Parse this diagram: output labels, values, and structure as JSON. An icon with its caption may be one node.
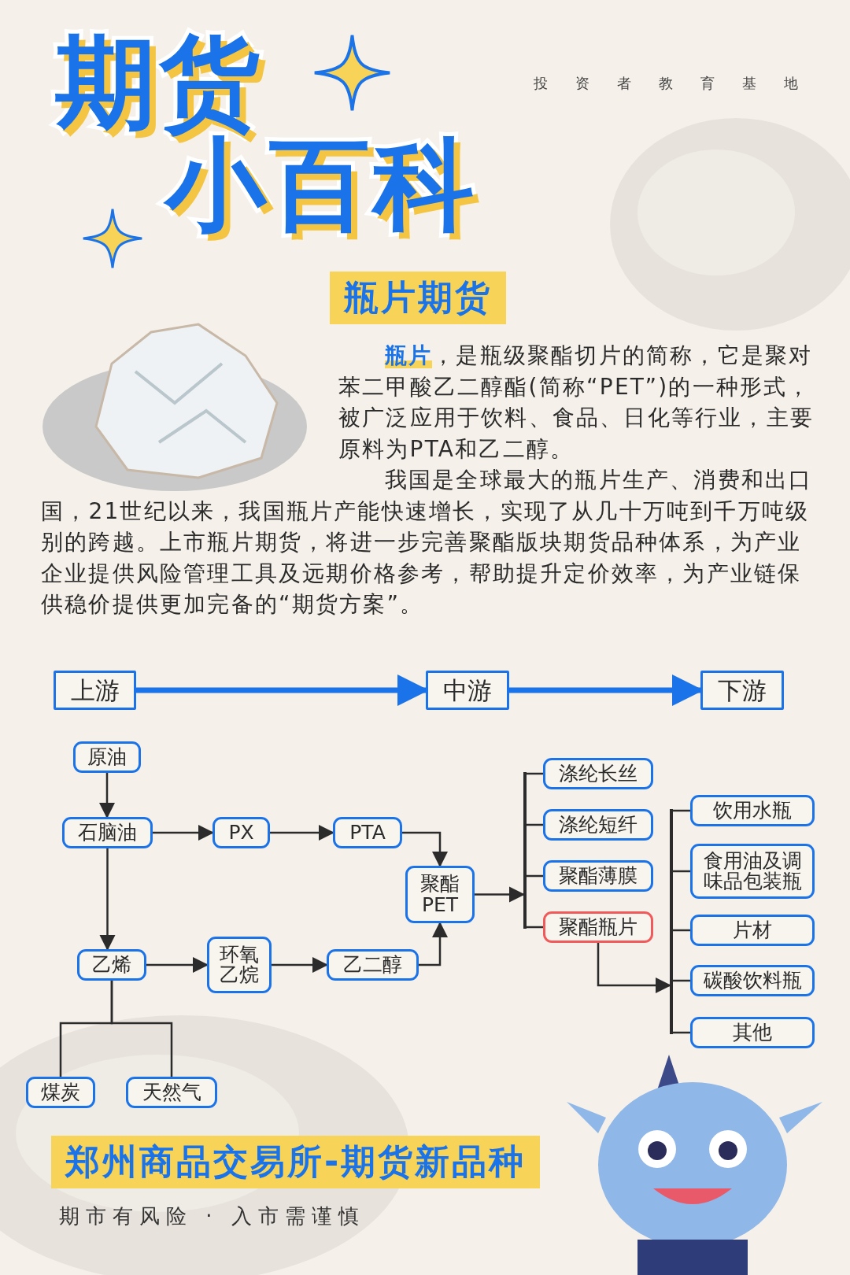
{
  "diagram": {
    "title": "期货小百科",
    "nodes": [
      {
        "text": [
          "上游"
        ]
      },
      {
        "text": [
          "中游"
        ]
      },
      {
        "text": [
          "下游"
        ]
      },
      {
        "text": [
          "原油"
        ]
      },
      {
        "text": [
          "石脑油"
        ]
      },
      {
        "text": [
          "PX"
        ]
      },
      {
        "text": [
          "PTA"
        ]
      },
      {
        "text": [
          "聚酯 PET"
        ]
      },
      {
        "text": [
          "乙烯"
        ]
      },
      {
        "text": [
          "环氧乙烷"
        ]
      },
      {
        "text": [
          "乙二醇"
        ]
      },
      {
        "text": [
          "煤炭"
        ]
      },
      {
        "text": [
          "天然气"
        ]
      },
      {
        "text": [
          "涤纶长丝"
        ]
      },
      {
        "text": [
          "涤纶短纤"
        ]
      },
      {
        "text": [
          "聚酯薄膜"
        ]
      },
      {
        "text": [
          "聚酯瓶片"
        ]
      },
      {
        "text": [
          "饮用水瓶"
        ]
      },
      {
        "text": [
          "食用油及调味品包装瓶"
        ]
      },
      {
        "text": [
          "片材"
        ]
      },
      {
        "text": [
          "碳酸饮料瓶"
        ]
      },
      {
        "text": [
          "其他"
        ]
      },
      {
        "text": [],
        "shape": "bar"
      },
      {
        "text": [],
        "shape": "bar"
      }
    ],
    "edges": [
      {
        "from": 0,
        "to": 1,
        "arrow": "to",
        "style": "thick",
        "color": "#1a73e8"
      },
      {
        "from": 1,
        "to": 2,
        "arrow": "to",
        "style": "thick",
        "color": "#1a73e8"
      },
      {
        "from": 3,
        "to": 4,
        "arrow": "to"
      },
      {
        "from": 4,
        "to": 5,
        "arrow": "to"
      },
      {
        "from": 5,
        "to": 6,
        "arrow": "to"
      },
      {
        "from": 6,
        "to": 7,
        "arrow": "to"
      },
      {
        "from": 4,
        "to": 8,
        "arrow": "to"
      },
      {
        "from": 8,
        "to": 9,
        "arrow": "to"
      },
      {
        "from": 9,
        "to": 10,
        "arrow": "to"
      },
      {
        "from": 10,
        "to": 7,
        "arrow": "to"
      },
      {
        "from": 8,
        "to": 11,
        "arrow": "none"
      },
      {
        "from": 8,
        "to": 12,
        "arrow": "none"
      },
      {
        "from": 7,
        "to": 22,
        "arrow": "to"
      },
      {
        "from": 22,
        "to": 13,
        "arrow": "none"
      },
      {
        "from": 22,
        "to": 14,
        "arrow": "none"
      },
      {
        "from": 22,
        "to": 15,
        "arrow": "none"
      },
      {
        "from": 22,
        "to": 16,
        "arrow": "none"
      },
      {
        "from": 16,
        "to": 23,
        "arrow": "to"
      },
      {
        "from": 23,
        "to": 17,
        "arrow": "none"
      },
      {
        "from": 23,
        "to": 18,
        "arrow": "none"
      },
      {
        "from": 23,
        "to": 19,
        "arrow": "none"
      },
      {
        "from": 23,
        "to": 20,
        "arrow": "none"
      },
      {
        "from": 23,
        "to": 21,
        "arrow": "none"
      }
    ],
    "labels": [
      "投资者教育基地",
      "瓶片期货",
      "**瓶片**，是瓶级聚酯切片的简称，它是聚对苯二甲酸乙二醇酯(简称“PET”)的一种形式，被广泛应用于饮料、食品、日化等行业，主要原料为PTA和乙二醇。",
      "我国是全球最大的瓶片生产、消费和出口国，21世纪以来，我国瓶片产能快速增长，实现了从几十万吨到千万吨级别的跨越。上市瓶片期货，将进一步完善聚酯版块期货品种体系，为产业企业提供风险管理工具及远期价格参考，帮助提升定价效率，为产业链保供稳价提供更加完备的“期货方案”。",
      "郑州商品交易所-期货新品种",
      "期市有风险 · 入市需谨慎"
    ]
  }
}
